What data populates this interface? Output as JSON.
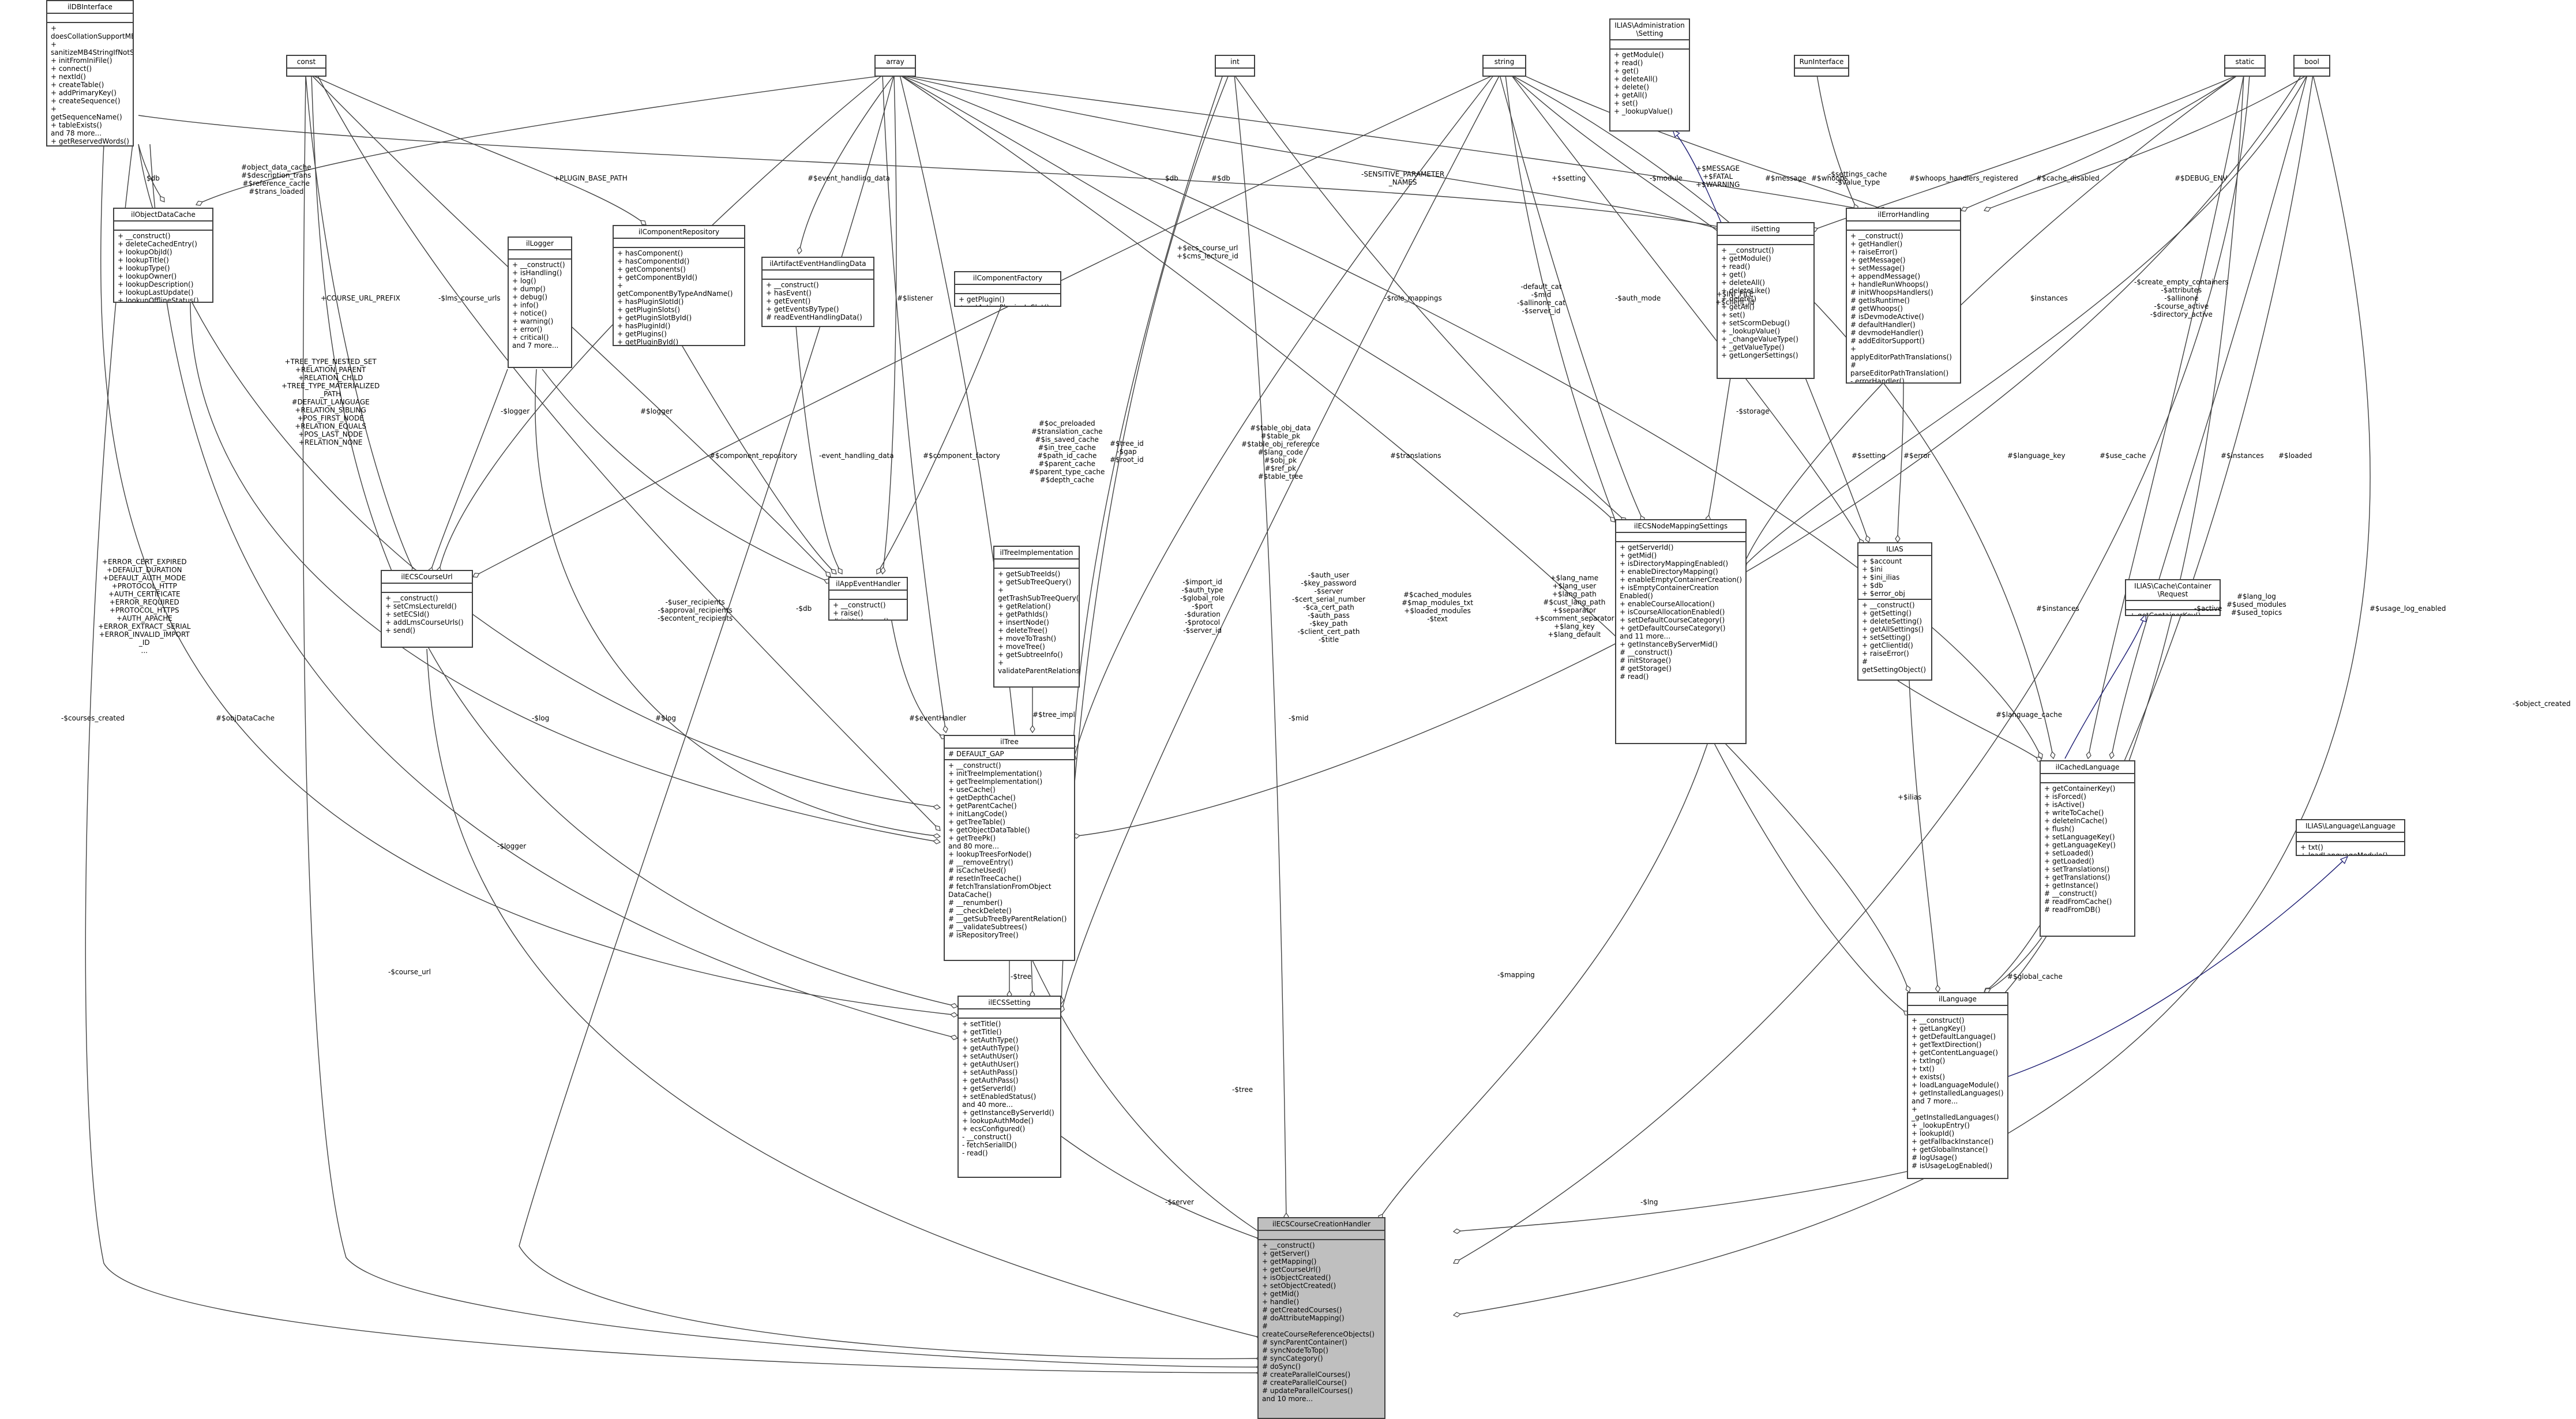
{
  "classes": {
    "ilDBInterface": {
      "name": "ilDBInterface",
      "attrs": "",
      "methods": "+ doesCollationSupportMB4Strings()\n+ sanitizeMB4StringIfNotSupported()\n+ initFromIniFile()\n+ connect()\n+ nextId()\n+ createTable()\n+ addPrimaryKey()\n+ createSequence()\n+ getSequenceName()\n+ tableExists()\nand 78 more...\n+ getReservedWords()\n+ isReservedWord()"
    },
    "const": {
      "name": "const",
      "attrs": "",
      "methods": ""
    },
    "array": {
      "name": "array",
      "attrs": "",
      "methods": ""
    },
    "int": {
      "name": "int",
      "attrs": "",
      "methods": ""
    },
    "string": {
      "name": "string",
      "attrs": "",
      "methods": ""
    },
    "setting": {
      "name": "ILIAS\\Administration\n\\Setting",
      "attrs": "",
      "methods": "+ getModule()\n+ read()\n+ get()\n+ deleteAll()\n+ delete()\n+ getAll()\n+ set()\n+ _lookupValue()"
    },
    "runInterface": {
      "name": "RunInterface",
      "attrs": "",
      "methods": ""
    },
    "static": {
      "name": "static",
      "attrs": "",
      "methods": ""
    },
    "bool": {
      "name": "bool",
      "attrs": "",
      "methods": ""
    },
    "ilObjectDataCache": {
      "name": "ilObjectDataCache",
      "attrs": "",
      "methods": "+ __construct()\n+ deleteCachedEntry()\n+ lookupObjId()\n+ lookupTitle()\n+ lookupType()\n+ lookupOwner()\n+ lookupDescription()\n+ lookupLastUpdate()\n+ lookupOfflineStatus()\n+ isTranslatedDescription()\n+ preloadObjectCache()\n+ preloadTranslations()\n+ preloadReferenceCache()\n# __isReferenceCached()\n# __isObjectCached()\n# __storeReference()\n# __storeObjectData()"
    },
    "ilLogger": {
      "name": "ilLogger",
      "attrs": "",
      "methods": "+ __construct()\n+ isHandling()\n+ log()\n+ dump()\n+ debug()\n+ info()\n+ notice()\n+ warning()\n+ error()\n+ critical()\nand 7 more..."
    },
    "ilComponentRepository": {
      "name": "ilComponentRepository",
      "attrs": "",
      "methods": "+ hasComponent()\n+ hasComponentId()\n+ getComponents()\n+ getComponentById()\n+ getComponentByTypeAndName()\n+ hasPluginSlotId()\n+ getPluginSlots()\n+ getPluginSlotById()\n+ hasPluginId()\n+ getPlugins()\n+ getPluginById()\n+ getPluginByName()\n+ hasActivatedPlugin()"
    },
    "ilArtifactEventHandlingData": {
      "name": "ilArtifactEventHandlingData",
      "attrs": "",
      "methods": "+ __construct()\n+ hasEvent()\n+ getEvent()\n+ getEventsByType()\n# readEventHandlingData()"
    },
    "ilComponentFactory": {
      "name": "ilComponentFactory",
      "attrs": "",
      "methods": "+ getPlugin()\n+ getActivePluginsInSlot()"
    },
    "ilSetting": {
      "name": "ilSetting",
      "attrs": "",
      "methods": "+ __construct()\n+ getModule()\n+ read()\n+ get()\n+ deleteAll()\n+ deleteLike()\n+ delete()\n+ getAll()\n+ set()\n+ setScormDebug()\n+ _lookupValue()\n+ _changeValueType()\n+ _getValueType()\n+ getLongerSettings()"
    },
    "ilErrorHandling": {
      "name": "ilErrorHandling",
      "attrs": "",
      "methods": "+ __construct()\n+ getHandler()\n+ raiseError()\n+ getMessage()\n+ setMessage()\n+ appendMessage()\n+ handleRunWhoops()\n# initWhoopsHandlers()\n# getIsRuntime()\n# getWhoops()\n# isDevmodeActive()\n# defaultHandler()\n# devmodeHandler()\n# addEditorSupport()\n+ applyEditorPathTranslations()\n# parseEditorPathTranslation()\n- errorHandler()"
    },
    "ilECSCourseUrl": {
      "name": "ilECSCourseUrl",
      "attrs": "",
      "methods": "+ __construct()\n+ setCmsLectureId()\n+ setECSId()\n+ addLmsCourseUrls()\n+ send()"
    },
    "ilAppEventHandler": {
      "name": "ilAppEventHandler",
      "attrs": "",
      "methods": "+ __construct()\n+ raise()\n# initListeners()"
    },
    "ilTreeImplementation": {
      "name": "ilTreeImplementation",
      "attrs": "",
      "methods": "+ getSubTreeIds()\n+ getSubTreeQuery()\n+ getTrashSubTreeQuery()\n+ getRelation()\n+ getPathIds()\n+ insertNode()\n+ deleteTree()\n+ moveToTrash()\n+ moveTree()\n+ getSubtreeInfo()\n+ validateParentRelations()"
    },
    "ilECSNodeMappingSettings": {
      "name": "ilECSNodeMappingSettings",
      "attrs": "",
      "methods": "+ getServerId()\n+ getMid()\n+ isDirectoryMappingEnabled()\n+ enableDirectoryMapping()\n+ enableEmptyContainerCreation()\n+ isEmptyContainerCreation\nEnabled()\n+ enableCourseAllocation()\n+ isCourseAllocationEnabled()\n+ setDefaultCourseCategory()\n+ getDefaultCourseCategory()\nand 11 more...\n+ getInstanceByServerMid()\n# __construct()\n# initStorage()\n# getStorage()\n# read()"
    },
    "ilias": {
      "name": "ILIAS",
      "attrs": "+ $account\n+ $ini\n+ $ini_ilias\n+ $db\n+ $error_obj",
      "methods": "+ __construct()\n+ getSetting()\n+ deleteSetting()\n+ getAllSettings()\n+ setSetting()\n+ getClientId()\n+ raiseError()\n# getSettingObject()"
    },
    "containerRequest": {
      "name": "ILIAS\\Cache\\Container\n\\Request",
      "attrs": "",
      "methods": "+ getContainerKey()\n+ isForced()"
    },
    "ilTree": {
      "name": "ilTree",
      "attrs": "# DEFAULT_GAP",
      "methods": "+ __construct()\n+ initTreeImplementation()\n+ getTreeImplementation()\n+ useCache()\n+ getDepthCache()\n+ getParentCache()\n+ initLangCode()\n+ getTreeTable()\n+ getObjectDataTable()\n+ getTreePk()\nand 80 more...\n+ lookupTreesForNode()\n# __removeEntry()\n# isCacheUsed()\n# resetInTreeCache()\n# fetchTranslationFromObject\nDataCache()\n# __renumber()\n# __checkDelete()\n# __getSubTreeByParentRelation()\n# __validateSubtrees()\n# isRepositoryTree()"
    },
    "ilCachedLanguage": {
      "name": "ilCachedLanguage",
      "attrs": "",
      "methods": "+ getContainerKey()\n+ isForced()\n+ isActive()\n+ writeToCache()\n+ deleteInCache()\n+ flush()\n+ setLanguageKey()\n+ getLanguageKey()\n+ setLoaded()\n+ getLoaded()\n+ setTranslations()\n+ getTranslations()\n+ getInstance()\n# __construct()\n# readFromCache()\n# readFromDB()"
    },
    "languageLanguage": {
      "name": "ILIAS\\Language\\Language",
      "attrs": "",
      "methods": "+ txt()\n+ loadLanguageModule()"
    },
    "ilECSSetting": {
      "name": "ilECSSetting",
      "attrs": "",
      "methods": "+ setTitle()\n+ getTitle()\n+ setAuthType()\n+ getAuthType()\n+ setAuthUser()\n+ getAuthUser()\n+ setAuthPass()\n+ getAuthPass()\n+ getServerId()\n+ setEnabledStatus()\nand 40 more...\n+ getInstanceByServerId()\n+ lookupAuthMode()\n+ ecsConfigured()\n- __construct()\n- fetchSerialID()\n- read()"
    },
    "ilLanguage": {
      "name": "ilLanguage",
      "attrs": "",
      "methods": "+ __construct()\n+ getLangKey()\n+ getDefaultLanguage()\n+ getTextDirection()\n+ getContentLanguage()\n+ txtlng()\n+ txt()\n+ exists()\n+ loadLanguageModule()\n+ getInstalledLanguages()\nand 7 more...\n+ _getInstalledLanguages()\n+ _lookupEntry()\n+ lookupId()\n+ getFallbackInstance()\n+ getGlobalInstance()\n# logUsage()\n# isUsageLogEnabled()"
    },
    "ilECSCourseCreationHandler": {
      "name": "ilECSCourseCreationHandler",
      "attrs": "",
      "methods": "+ __construct()\n+ getServer()\n+ getMapping()\n+ getCourseUrl()\n+ isObjectCreated()\n+ setObjectCreated()\n+ getMid()\n+ handle()\n# getCreatedCourses()\n# doAttributeMapping()\n# createCourseReferenceObjects()\n# syncParentContainer()\n# syncNodeToTop()\n# syncCategory()\n# doSync()\n# createParallelCourses()\n# createParallelCourse()\n# updateParallelCourses()\nand 10 more..."
    }
  },
  "edge_labels": {
    "db1": "$db",
    "objcache": "#object_data_cache\n#$description_trans\n#$reference_cache\n#$trans_loaded",
    "plugin_base": "+PLUGIN_BASE_PATH",
    "event_handling": "#$event_handling_data",
    "db2": "#$db",
    "sensitive": "-SENSITIVE_PARAMETER\n_NAMES",
    "setting_var": "+$setting",
    "module": "-$module",
    "msg_consts": "+$MESSAGE\n+$FATAL\n+$WARNING",
    "message": "#$message",
    "settings_cache": "-$settings_cache\n-$value_type",
    "whoops": "#$whoops",
    "whoops_registered": "#$whoops_handlers_registered",
    "cache_disabled": "#$cache_disabled",
    "debug_env": "#$DEBUG_ENV",
    "db3": "$db",
    "course_url_prefix": "+COURSE_URL_PREFIX",
    "lms_course_urls": "-$lms_course_urls",
    "listener": "#$listener",
    "role_mappings": "-$role_mappings",
    "defaults": "-default_cat\n-$mid\n-$allinone_cat\n-$server_id",
    "auth_mode": "-$auth_mode",
    "ini_file": "+$INI_FILE\n+$client_id",
    "empty_containers": "-$create_empty_containers\n-$attributes\n-$allinone\n-$course_active\n-$directory_active",
    "instances1": "$instances",
    "tree_consts": "+TREE_TYPE_NESTED_SET\n+RELATION_PARENT\n+RELATION_CHILD\n+TREE_TYPE_MATERIALIZED\n_PATH\n#DEFAULT_LANGUAGE\n+RELATION_SIBLING\n+POS_FIRST_NODE\n+RELATION_EQUALS\n+POS_LAST_NODE\n+RELATION_NONE",
    "logger1": "-$logger",
    "logger2": "#$logger",
    "component_repository": "#$component_repository",
    "event_handling_data": "-event_handling_data",
    "component_factory": "#$component_factory",
    "is_preloaded": "#$oc_preloaded\n#$translation_cache\n#$is_saved_cache\n#$in_tree_cache\n#$path_id_cache\n#$parent_cache\n#$parent_type_cache\n#$depth_cache",
    "tree_id": "#$tree_id\n-$gap\n#$root_id",
    "table_cols": "#$table_obj_data\n#$table_pk\n#$table_obj_reference\n#$lang_code\n#$obj_pk\n#$ref_pk\n#$table_tree",
    "ecs_course_url": "+$ecs_course_url\n+$cms_lecture_id",
    "translations": "#$translations",
    "storage": "-$storage",
    "setting2": "#$setting",
    "error": "#$error",
    "language_key": "#$language_key",
    "use_cache": "#$use_cache",
    "instances2": "#$instances",
    "loaded": "#$loaded",
    "error_consts": "+ERROR_CERT_EXPIRED\n+DEFAULT_DURATION\n+DEFAULT_AUTH_MODE\n+PROTOCOL_HTTP\n+AUTH_CERTIFICATE\n+ERROR_REQUIRED\n+PROTOCOL_HTTPS\n+AUTH_APACHE\n+ERROR_EXTRACT_SERIAL\n+ERROR_INVALID_IMPORT\n_ID\n...",
    "recipients": "-$user_recipients\n-$approval_recipients\n-$econtent_recipients",
    "db4": "-$db",
    "import_id": "-$import_id\n-$auth_type\n-$global_role\n-$port\n-$duration\n-$protocol\n-$server_id",
    "auth_user": "-$auth_user\n-$key_password\n-$server\n-$cert_serial_number\n-$ca_cert_path\n-$auth_pass\n-$key_path\n-$client_cert_path\n-$title",
    "cached_modules": "#$cached_modules\n#$map_modules_txt\n+$loaded_modules\n-$text",
    "lang_name": "+$lang_name\n+$lang_user\n+$lang_path\n#$cust_lang_path\n+$separator\n+$comment_separator\n+$lang_key\n+$lang_default",
    "instances3": "#$instances",
    "active": "-$active",
    "language_cache": "#$language_cache",
    "ilias_var": "+$ilias",
    "lang_log": "#$lang_log\n#$used_modules\n#$used_topics",
    "usage_log": "#$usage_log_enabled",
    "object_created": "-$object_created",
    "courses_created": "-$courses_created",
    "obj_data_cache": "#$objDataCache",
    "log1": "-$log",
    "log2": "#$log",
    "event_handler": "#$eventHandler",
    "tree_impl": "#$tree_impl",
    "mid": "-$mid",
    "logger3": "-$logger",
    "course_url": "-$course_url",
    "tree1": "-$tree",
    "tree2": "-$tree",
    "mapping": "-$mapping",
    "global_cache": "#$global_cache",
    "server": "-$server",
    "lng": "-$lng"
  }
}
